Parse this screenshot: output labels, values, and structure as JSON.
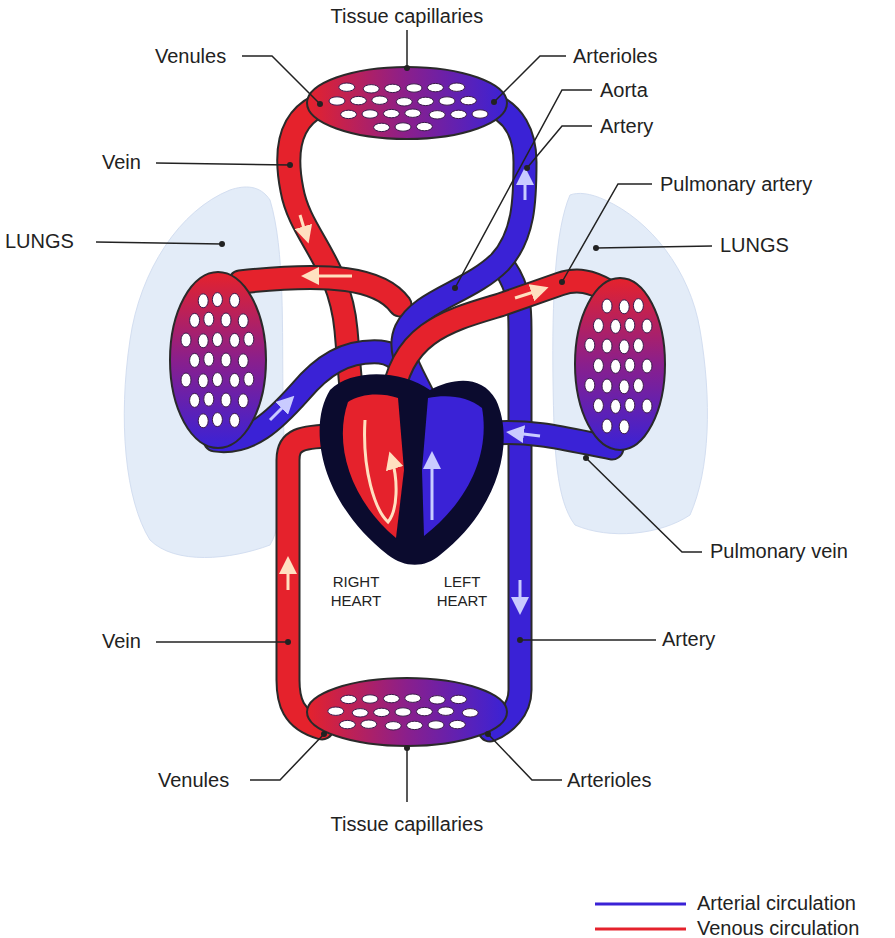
{
  "diagram": {
    "labels": [
      "Tissue capillaries",
      "Venules",
      "Arterioles",
      "Aorta",
      "Artery",
      "Vein",
      "Pulmonary artery",
      "LUNGS",
      "LUNGS",
      "RIGHT HEART",
      "LEFT HEART",
      "Pulmonary vein",
      "Vein",
      "Artery",
      "Venules",
      "Arterioles",
      "Tissue capillaries"
    ],
    "legend": [
      {
        "text": "Arterial circulation"
      },
      {
        "text": "Venous circulation"
      }
    ]
  }
}
